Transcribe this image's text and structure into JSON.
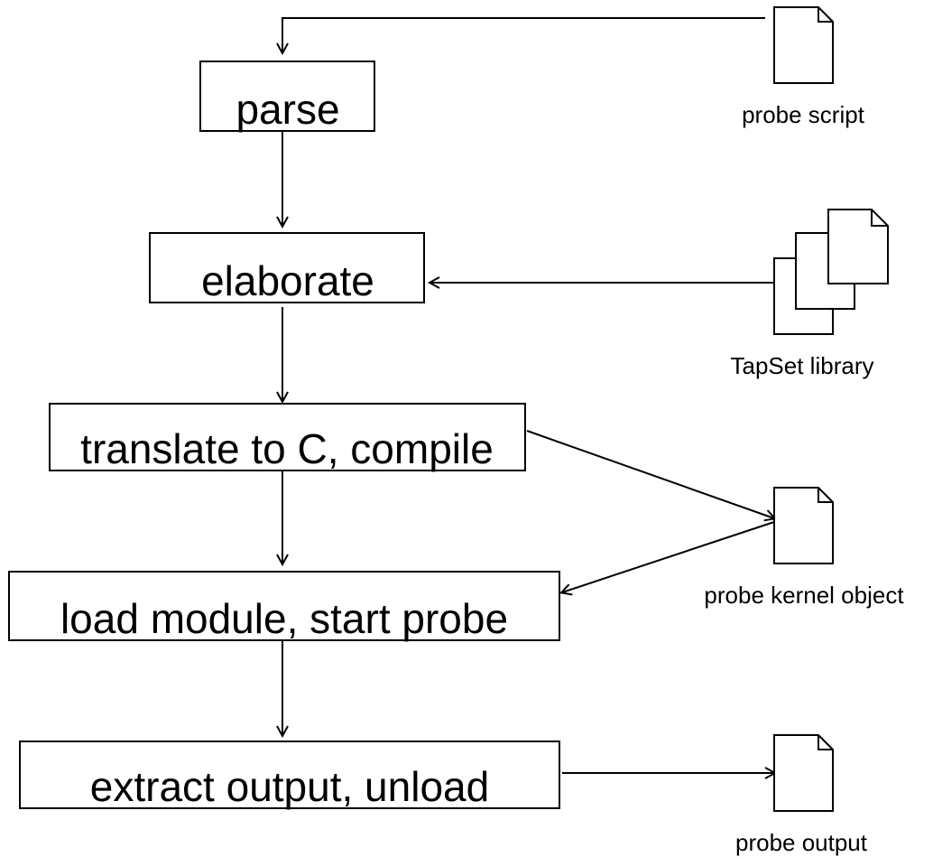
{
  "steps": {
    "parse": "parse",
    "elaborate": "elaborate",
    "translate": "translate to C, compile",
    "load": "load module, start probe",
    "extract": "extract output, unload"
  },
  "documents": {
    "probe_script": "probe script",
    "tapset_library": "TapSet library",
    "probe_kernel_object": "probe kernel object",
    "probe_output": "probe output"
  },
  "colors": {
    "stroke": "#000000",
    "background": "#ffffff"
  }
}
